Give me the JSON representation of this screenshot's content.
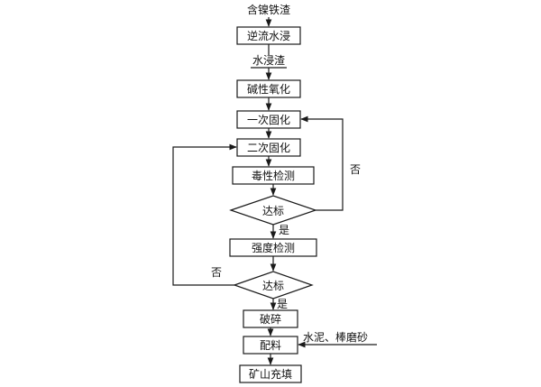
{
  "flowchart": {
    "start_material": "含镍铁渣",
    "step_leach": "逆流水浸",
    "leach_residue": "水浸渣",
    "step_oxidize": "碱性氧化",
    "step_solidify1": "一次固化",
    "step_solidify2": "二次固化",
    "step_tox_test": "毒性检测",
    "decision_1": "达标",
    "decision_1_yes": "是",
    "decision_1_no": "否",
    "step_strength_test": "强度检测",
    "decision_2": "达标",
    "decision_2_yes": "是",
    "decision_2_no": "否",
    "step_crush": "破碎",
    "step_mix": "配料",
    "mix_input": "水泥、棒磨砂",
    "step_backfill": "矿山充填"
  },
  "colors": {
    "stroke": "#1a1a1a",
    "text": "#111111",
    "background": "#ffffff"
  }
}
